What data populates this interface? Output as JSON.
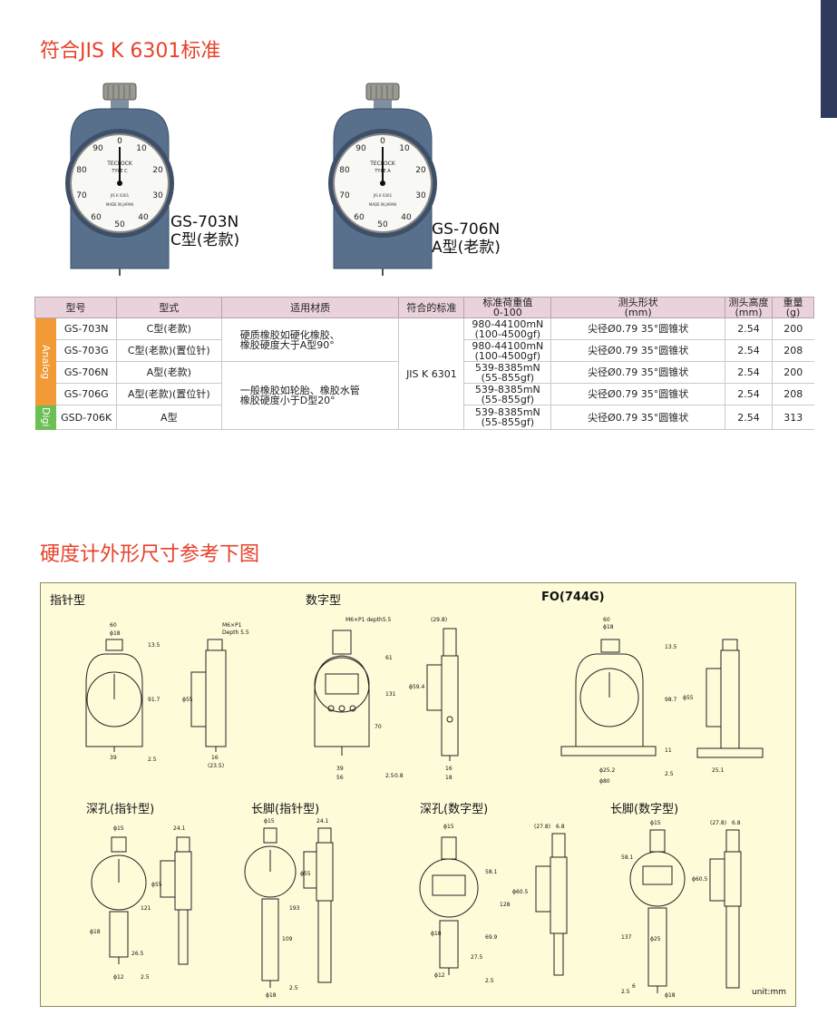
{
  "section1_title": "符合JIS K 6301标准",
  "section2_title": "硬度计外形尺寸参考下图",
  "products": [
    {
      "model": "GS-703N",
      "type": "C型(老款)",
      "dial_type": "TYPE C"
    },
    {
      "model": "GS-706N",
      "type": "A型(老款)",
      "dial_type": "TYPE A"
    }
  ],
  "dial": {
    "brand": "TECLOCK",
    "standard": "JIS K 6301",
    "origin": "MADE IN JAPAN",
    "numbers": [
      "0",
      "10",
      "20",
      "30",
      "40",
      "50",
      "60",
      "70",
      "80",
      "90"
    ]
  },
  "table": {
    "headers": [
      "型号",
      "型式",
      "适用材质",
      "符合的标准",
      "标准荷重值\n0-100",
      "测头形状\n(mm)",
      "测头高度\n(mm)",
      "重量\n(g)"
    ],
    "group_analog": "Analog",
    "group_digital": "Digi",
    "standard": "JIS K 6301",
    "material_1": "硬质橡胶如硬化橡胶、\n橡胶硬度大于A型90°",
    "material_2": "一般橡胶如轮胎、橡胶水管\n橡胶硬度小于D型20°",
    "rows": [
      {
        "model": "GS-703N",
        "type": "C型(老款)",
        "load": "980-44100mN\n(100-4500gf)",
        "shape": "尖径Ø0.79 35°圆锥状",
        "height": "2.54",
        "weight": "200"
      },
      {
        "model": "GS-703G",
        "type": "C型(老款)(置位针)",
        "load": "980-44100mN\n(100-4500gf)",
        "shape": "尖径Ø0.79 35°圆锥状",
        "height": "2.54",
        "weight": "208"
      },
      {
        "model": "GS-706N",
        "type": "A型(老款)",
        "load": "539-8385mN\n(55-855gf)",
        "shape": "尖径Ø0.79 35°圆锥状",
        "height": "2.54",
        "weight": "200"
      },
      {
        "model": "GS-706G",
        "type": "A型(老款)(置位针)",
        "load": "539-8385mN\n(55-855gf)",
        "shape": "尖径Ø0.79 35°圆锥状",
        "height": "2.54",
        "weight": "208"
      },
      {
        "model": "GSD-706K",
        "type": "A型",
        "load": "539-8385mN\n(55-855gf)",
        "shape": "尖径Ø0.79 35°圆锥状",
        "height": "2.54",
        "weight": "313"
      }
    ]
  },
  "drawings": {
    "labels": [
      "指针型",
      "数字型",
      "FO(744G)",
      "深孔(指针型)",
      "长脚(指针型)",
      "深孔(数字型)",
      "长脚(数字型)"
    ],
    "unit": "unit:mm",
    "dims_analog": [
      "60",
      "ϕ18",
      "13.5",
      "91.7",
      "39",
      "2.5",
      "ϕ55",
      "M6×P1",
      "Depth 5.5",
      "16",
      "(23.5)"
    ],
    "dims_digital": [
      "M6×P1 depth5.5",
      "61",
      "131",
      "70",
      "39",
      "56",
      "2.5",
      "(29.8)",
      "ϕ59.4",
      "16",
      "18",
      "0.8"
    ],
    "dims_fo": [
      "60",
      "ϕ18",
      "13.5",
      "98.7",
      "ϕ55",
      "11",
      "2.5",
      "ϕ25.2",
      "ϕ80",
      "25.1"
    ],
    "dims_deep_analog": [
      "ϕ15",
      "24.1",
      "ϕ55",
      "121",
      "ϕ18",
      "26.5",
      "ϕ12",
      "2.5"
    ],
    "dims_long_analog": [
      "ϕ15",
      "24.1",
      "ϕ55",
      "193",
      "109",
      "ϕ18",
      "2.5"
    ],
    "dims_deep_digital": [
      "ϕ15",
      "(27.8)",
      "6.8",
      "58.1",
      "128",
      "ϕ60.5",
      "ϕ18",
      "69.9",
      "27.5",
      "ϕ12",
      "2.5"
    ],
    "dims_long_digital": [
      "ϕ15",
      "(27.8)",
      "6.8",
      "58.1",
      "ϕ60.5",
      "137",
      "ϕ25",
      "2.5",
      "6",
      "ϕ18"
    ]
  }
}
